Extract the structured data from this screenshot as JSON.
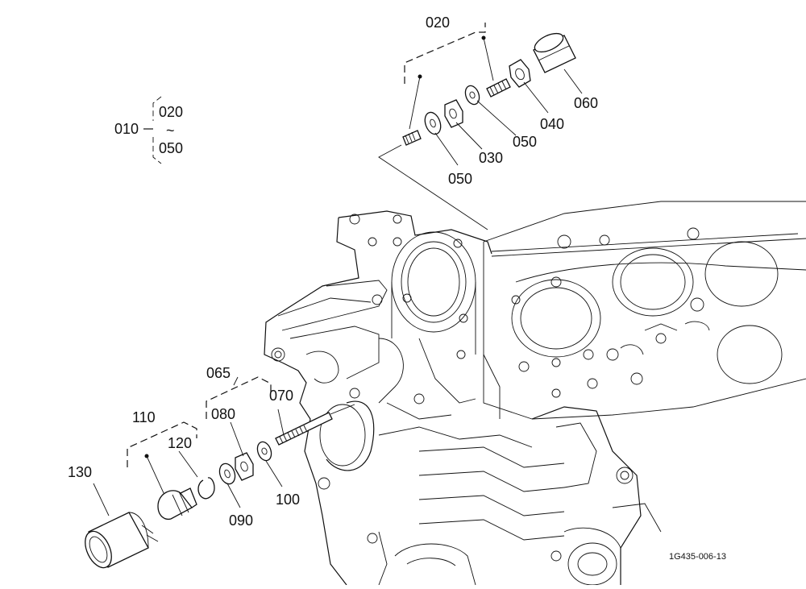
{
  "callouts": {
    "assembly": "010",
    "range_start": "020",
    "range_tilde": "~",
    "range_end": "050",
    "group_020": "020",
    "p030": "030",
    "p040": "040",
    "p050a": "050",
    "p050b": "050",
    "p060": "060",
    "group_065": "065",
    "p070": "070",
    "p080": "080",
    "p090": "090",
    "p100": "100",
    "group_110": "110",
    "p120": "120",
    "p130": "130"
  },
  "drawing_code": "1G435-006-13"
}
